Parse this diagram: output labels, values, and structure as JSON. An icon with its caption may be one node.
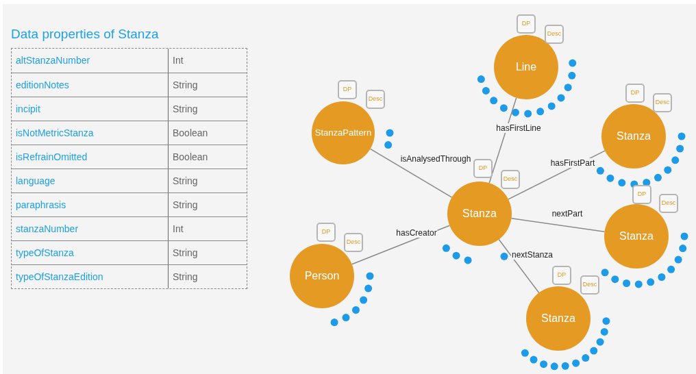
{
  "diagram": {
    "title": "Data properties of Stanza",
    "nodes": [
      {
        "text": [
          "Line"
        ]
      },
      {
        "text": [
          "StanzaPattern"
        ]
      },
      {
        "text": [
          "Stanza"
        ]
      },
      {
        "text": [
          "Stanza"
        ]
      },
      {
        "text": [
          "Stanza"
        ]
      },
      {
        "text": [
          "Person"
        ]
      },
      {
        "text": [
          "Stanza"
        ]
      },
      {
        "text": [
          "DP"
        ]
      },
      {
        "text": [
          "Desc"
        ]
      },
      {
        "text": [
          "DP"
        ]
      },
      {
        "text": [
          "Desc"
        ]
      },
      {
        "text": [
          "DP"
        ]
      },
      {
        "text": [
          "Desc"
        ]
      },
      {
        "text": [
          "DP"
        ]
      },
      {
        "text": [
          "Desc"
        ]
      },
      {
        "text": [
          "DP"
        ]
      },
      {
        "text": [
          "Desc"
        ]
      },
      {
        "text": [
          "DP"
        ]
      },
      {
        "text": [
          "Desc"
        ]
      },
      {
        "text": [
          "DP"
        ]
      },
      {
        "text": [
          "Desc"
        ]
      }
    ],
    "edges": [
      {
        "from": 3,
        "to": 0,
        "arrow": "none",
        "label": "hasFirstLine"
      },
      {
        "from": 3,
        "to": 1,
        "arrow": "none",
        "label": "isAnalysedThrough"
      },
      {
        "from": 3,
        "to": 2,
        "arrow": "none",
        "label": "hasFirstPart"
      },
      {
        "from": 3,
        "to": 4,
        "arrow": "none",
        "label": "nextPart"
      },
      {
        "from": 3,
        "to": 5,
        "arrow": "none",
        "label": "hasCreator"
      },
      {
        "from": 3,
        "to": 6,
        "arrow": "none",
        "label": "nextStanza"
      }
    ],
    "labels": [
      "altStanzaNumber",
      "Int",
      "editionNotes",
      "String",
      "incipit",
      "String",
      "isNotMetricStanza",
      "Boolean",
      "isRefrainOmitted",
      "Boolean",
      "language",
      "String",
      "paraphrasis",
      "String",
      "stanzaNumber",
      "Int",
      "typeOfStanza",
      "String",
      "typeOfStanzaEdition",
      "String"
    ]
  }
}
